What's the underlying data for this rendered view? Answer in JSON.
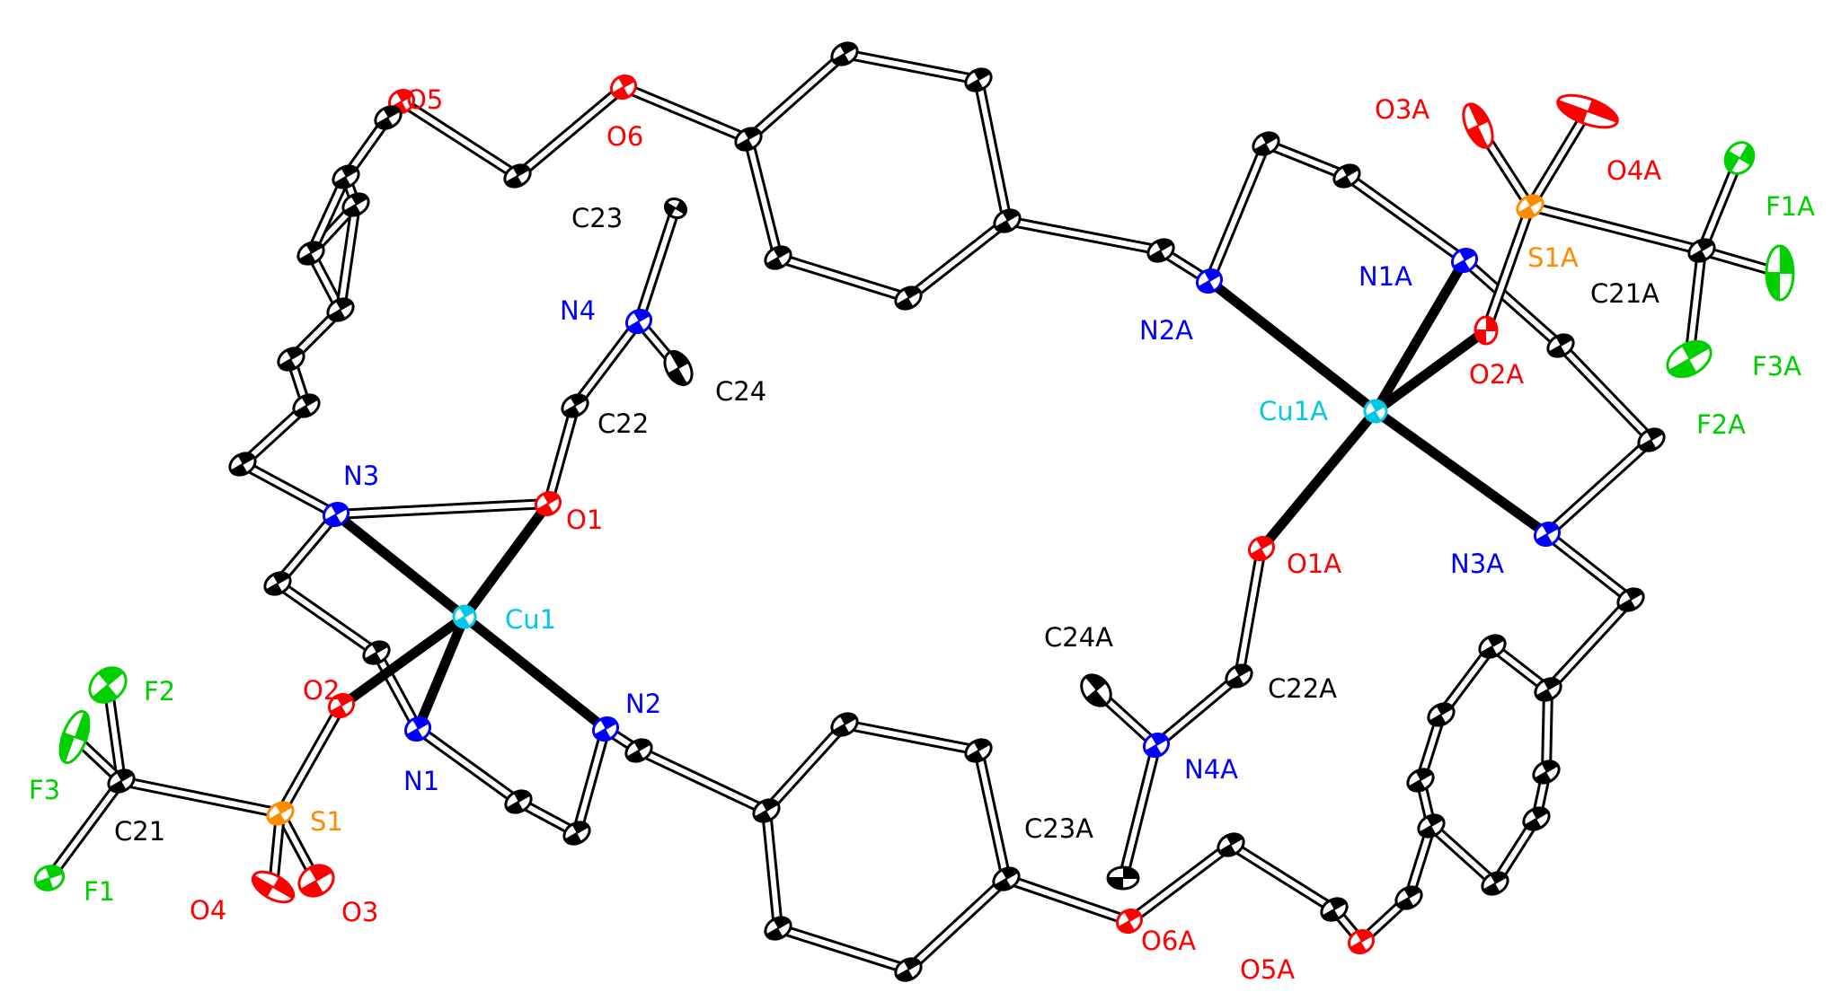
{
  "colors": {
    "carbon": "#000000",
    "nitrogen": "#0000ff",
    "oxygen": "#ff0000",
    "sulfur": "#ff8c00",
    "fluorine": "#00d000",
    "copper": "#00c8e6",
    "background": "#ffffff"
  },
  "labels": {
    "O5": "O5",
    "O6": "O6",
    "C23": "C23",
    "N4": "N4",
    "C24": "C24",
    "C22": "C22",
    "N3": "N3",
    "O1": "O1",
    "Cu1": "Cu1",
    "O2": "O2",
    "N2": "N2",
    "N1": "N1",
    "F2": "F2",
    "F3": "F3",
    "C21": "C21",
    "S1": "S1",
    "F1": "F1",
    "O4": "O4",
    "O3": "O3",
    "O3A": "O3A",
    "O4A": "O4A",
    "F1A": "F1A",
    "N1A": "N1A",
    "S1A": "S1A",
    "C21A": "C21A",
    "N2A": "N2A",
    "O2A": "O2A",
    "F3A": "F3A",
    "Cu1A": "Cu1A",
    "F2A": "F2A",
    "O1A": "O1A",
    "N3A": "N3A",
    "C24A": "C24A",
    "C22A": "C22A",
    "N4A": "N4A",
    "C23A": "C23A",
    "O6A": "O6A",
    "O5A": "O5A"
  }
}
